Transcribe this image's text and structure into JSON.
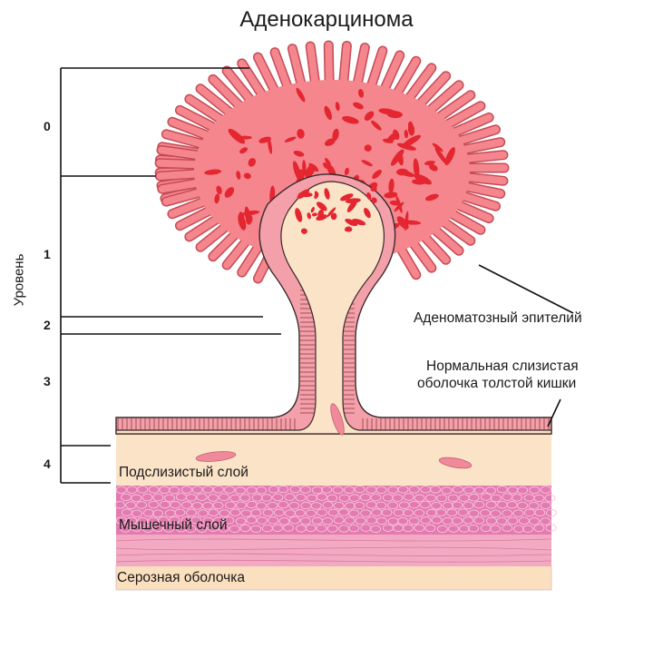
{
  "title": "Аденокарцинома",
  "axis_label": "Уровень",
  "levels": [
    "0",
    "1",
    "2",
    "3",
    "4"
  ],
  "callouts": {
    "adenomatous": "Аденоматозный эпителий",
    "normal_mucosa_line1": "Нормальная слизистая",
    "normal_mucosa_line2": "оболочка толстой кишки"
  },
  "layers": {
    "submucosa": "Подслизистый слой",
    "muscle": "Мышечный слой",
    "serosa": "Серозная оболочка"
  },
  "colors": {
    "tumor_pink": "#f6868e",
    "tumor_red": "#e32630",
    "mucosa_pink": "#f4a0aa",
    "stalk_cream": "#fbe3c8",
    "muscle_pink": "#e56fa8",
    "serosa_cream": "#fbe0c0",
    "outline": "#3a2a2a"
  }
}
